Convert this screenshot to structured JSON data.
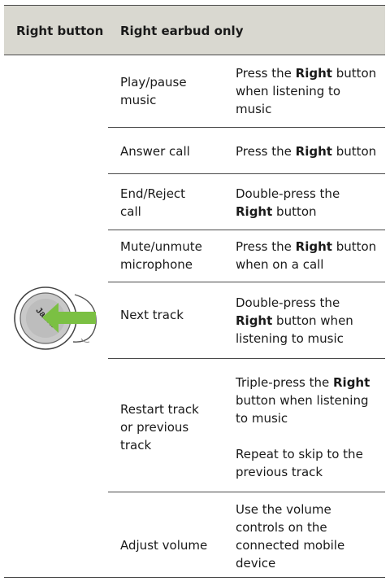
{
  "header": {
    "col1": "Right button",
    "col2": "Right earbud only"
  },
  "rows": [
    {
      "action": [
        "Play/pause",
        "music"
      ],
      "desc": [
        [
          "Press the ",
          [
            "Right"
          ],
          " button"
        ],
        [
          "when listening to"
        ],
        [
          "music"
        ]
      ]
    },
    {
      "action": [
        "Answer call"
      ],
      "desc": [
        [
          "Press the ",
          [
            "Right"
          ],
          " button"
        ]
      ]
    },
    {
      "action": [
        "End/Reject",
        "call"
      ],
      "desc": [
        [
          "Double-press the"
        ],
        [
          [
            "Right"
          ],
          " button"
        ]
      ]
    },
    {
      "action": [
        "Mute/unmute",
        "microphone"
      ],
      "desc": [
        [
          "Press the ",
          [
            "Right"
          ],
          " button"
        ],
        [
          "when on a call"
        ]
      ]
    },
    {
      "action": [
        "Next track"
      ],
      "desc": [
        [
          "Double-press the"
        ],
        [
          [
            "Right"
          ],
          " button when"
        ],
        [
          "listening to music"
        ]
      ]
    },
    {
      "action": [
        "Restart track",
        "or previous",
        "track"
      ],
      "desc": [
        [
          "Triple-press the ",
          [
            "Right"
          ]
        ],
        [
          "button when listening"
        ],
        [
          "to music"
        ],
        [],
        [
          "Repeat to skip to the"
        ],
        [
          "previous track"
        ]
      ]
    },
    {
      "action": [
        "Adjust volume"
      ],
      "desc": [
        [
          "Use the volume"
        ],
        [
          "controls on the"
        ],
        [
          "connected mobile"
        ],
        [
          "device"
        ]
      ]
    }
  ],
  "earbud": {
    "logo": "Jabra",
    "arrow_color": "#7bc043"
  }
}
